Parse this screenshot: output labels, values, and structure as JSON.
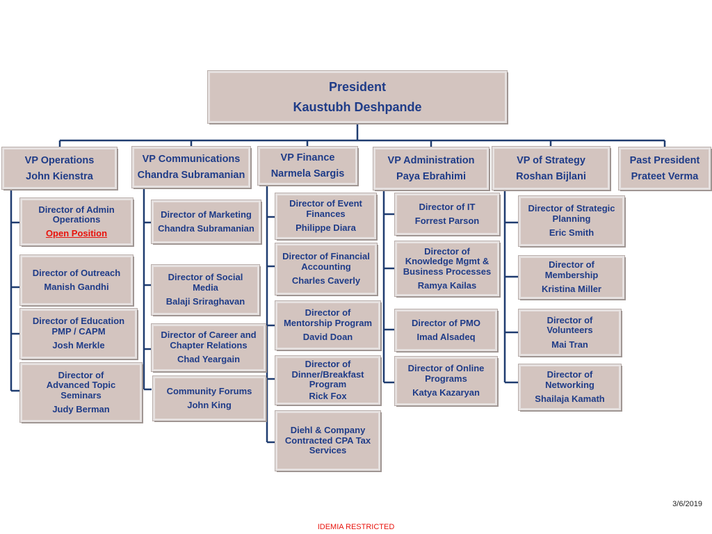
{
  "president": {
    "title": "President",
    "name": "Kaustubh Deshpande"
  },
  "vps": [
    {
      "title": "VP Operations",
      "name": "John Kienstra"
    },
    {
      "title": "VP Communications",
      "name": "Chandra Subramanian"
    },
    {
      "title": "VP Finance",
      "name": "Narmela Sargis"
    },
    {
      "title": "VP Administration",
      "name": "Paya Ebrahimi"
    },
    {
      "title": "VP of Strategy",
      "name": "Roshan Bijlani"
    },
    {
      "title": "Past President",
      "name": "Prateet Verma"
    }
  ],
  "operations": [
    {
      "title": "Director of Admin\nOperations",
      "name": "Open Position",
      "open": true
    },
    {
      "title": "Director of Outreach",
      "name": "Manish Gandhi"
    },
    {
      "title": "Director of Education\nPMP / CAPM",
      "name": "Josh Merkle"
    },
    {
      "title": "Director of\nAdvanced Topic\nSeminars",
      "name": "Judy Berman"
    }
  ],
  "communications": [
    {
      "title": "Director of Marketing",
      "name": "Chandra Subramanian"
    },
    {
      "title": "Director of Social\nMedia",
      "name": "Balaji Sriraghavan"
    },
    {
      "title": "Director of Career and\nChapter Relations",
      "name": "Chad Yeargain"
    },
    {
      "title": "Community Forums",
      "name": "John King"
    }
  ],
  "finance": [
    {
      "title": "Director of Event\nFinances",
      "name": "Philippe Diara"
    },
    {
      "title": "Director of Financial\nAccounting",
      "name": "Charles Caverly"
    },
    {
      "title": "Director of\nMentorship Program",
      "name": "David Doan"
    },
    {
      "title": "Director of\nDinner/Breakfast\nProgram",
      "name": "Rick Fox"
    },
    {
      "title": "Diehl & Company\nContracted CPA Tax\nServices",
      "name": ""
    }
  ],
  "administration": [
    {
      "title": "Director of IT",
      "name": "Forrest Parson"
    },
    {
      "title": "Director of\nKnowledge Mgmt &\nBusiness Processes",
      "name": "Ramya Kailas"
    },
    {
      "title": "Director of PMO",
      "name": "Imad Alsadeq"
    },
    {
      "title": "Director of Online\nPrograms",
      "name": "Katya Kazaryan"
    }
  ],
  "strategy": [
    {
      "title": "Director of Strategic\nPlanning",
      "name": "Eric Smith"
    },
    {
      "title": "Director of\nMembership",
      "name": "Kristina Miller"
    },
    {
      "title": "Director of\nVolunteers",
      "name": "Mai Tran"
    },
    {
      "title": "Director of\nNetworking",
      "name": "Shailaja Kamath"
    }
  ],
  "footer": {
    "date": "3/6/2019",
    "classification": "IDEMIA RESTRICTED"
  },
  "colors": {
    "box_fill": "#d3c4bf",
    "text": "#1f3c88",
    "connector": "#1f3c70",
    "open_position": "#e8130c"
  }
}
